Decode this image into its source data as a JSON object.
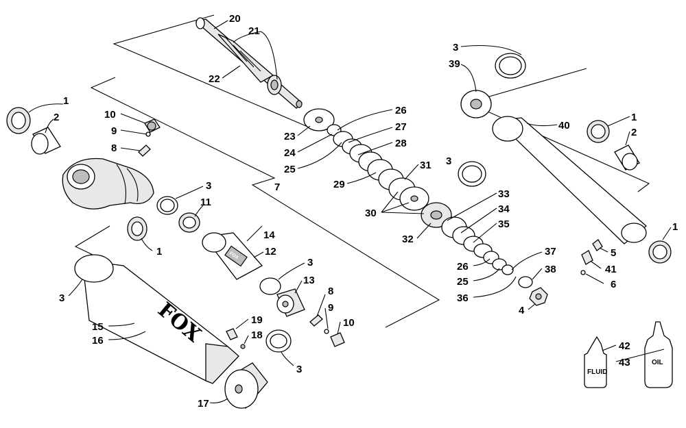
{
  "diagram": {
    "callouts": [
      {
        "id": "c1a",
        "text": "1"
      },
      {
        "id": "c2a",
        "text": "2"
      },
      {
        "id": "c10a",
        "text": "10"
      },
      {
        "id": "c9a",
        "text": "9"
      },
      {
        "id": "c8a",
        "text": "8"
      },
      {
        "id": "c20",
        "text": "20"
      },
      {
        "id": "c21",
        "text": "21"
      },
      {
        "id": "c22",
        "text": "22"
      },
      {
        "id": "c3a",
        "text": "3"
      },
      {
        "id": "c11",
        "text": "11"
      },
      {
        "id": "c7",
        "text": "7"
      },
      {
        "id": "c14",
        "text": "14"
      },
      {
        "id": "c12",
        "text": "12"
      },
      {
        "id": "c1b",
        "text": "1"
      },
      {
        "id": "c3b",
        "text": "3"
      },
      {
        "id": "c3c",
        "text": "3"
      },
      {
        "id": "c13",
        "text": "13"
      },
      {
        "id": "c15",
        "text": "15"
      },
      {
        "id": "c16",
        "text": "16"
      },
      {
        "id": "c19",
        "text": "19"
      },
      {
        "id": "c18",
        "text": "18"
      },
      {
        "id": "c8b",
        "text": "8"
      },
      {
        "id": "c9b",
        "text": "9"
      },
      {
        "id": "c10b",
        "text": "10"
      },
      {
        "id": "c3d",
        "text": "3"
      },
      {
        "id": "c17",
        "text": "17"
      },
      {
        "id": "c23",
        "text": "23"
      },
      {
        "id": "c24",
        "text": "24"
      },
      {
        "id": "c25a",
        "text": "25"
      },
      {
        "id": "c26a",
        "text": "26"
      },
      {
        "id": "c27",
        "text": "27"
      },
      {
        "id": "c28",
        "text": "28"
      },
      {
        "id": "c29",
        "text": "29"
      },
      {
        "id": "c31",
        "text": "31"
      },
      {
        "id": "c3e",
        "text": "3"
      },
      {
        "id": "c30",
        "text": "30"
      },
      {
        "id": "c32",
        "text": "32"
      },
      {
        "id": "c33",
        "text": "33"
      },
      {
        "id": "c34",
        "text": "34"
      },
      {
        "id": "c35",
        "text": "35"
      },
      {
        "id": "c26b",
        "text": "26"
      },
      {
        "id": "c25b",
        "text": "25"
      },
      {
        "id": "c36",
        "text": "36"
      },
      {
        "id": "c37",
        "text": "37"
      },
      {
        "id": "c38",
        "text": "38"
      },
      {
        "id": "c4",
        "text": "4"
      },
      {
        "id": "c3f",
        "text": "3"
      },
      {
        "id": "c39",
        "text": "39"
      },
      {
        "id": "c40",
        "text": "40"
      },
      {
        "id": "c1c",
        "text": "1"
      },
      {
        "id": "c2b",
        "text": "2"
      },
      {
        "id": "c1d",
        "text": "1"
      },
      {
        "id": "c5",
        "text": "5"
      },
      {
        "id": "c41",
        "text": "41"
      },
      {
        "id": "c6",
        "text": "6"
      },
      {
        "id": "c42",
        "text": "42"
      },
      {
        "id": "c43",
        "text": "43"
      }
    ],
    "brand_logo": "FOX",
    "bottle_fluid_label": "FLUID",
    "bottle_oil_label": "OIL",
    "reservoir_band_text": "FOX"
  }
}
